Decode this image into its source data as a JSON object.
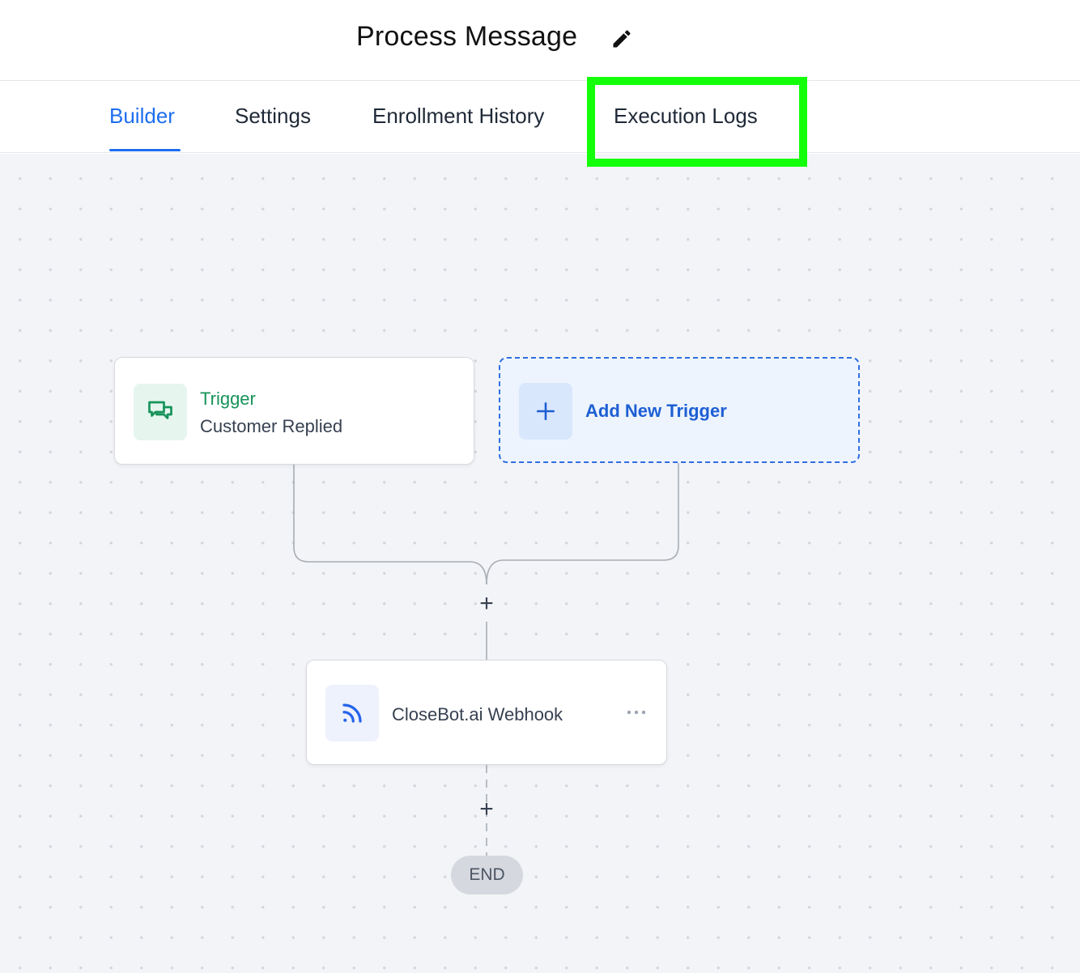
{
  "header": {
    "title": "Process Message",
    "edit_icon": "pencil-icon"
  },
  "tabs": [
    {
      "label": "Builder",
      "active": true
    },
    {
      "label": "Settings",
      "active": false
    },
    {
      "label": "Enrollment History",
      "active": false
    },
    {
      "label": "Execution Logs",
      "active": false
    }
  ],
  "colors": {
    "accent": "#1d6ef0",
    "trigger_green": "#16935a",
    "highlight": "#14ff0a"
  },
  "workflow": {
    "trigger": {
      "title": "Trigger",
      "subtitle": "Customer Replied",
      "icon": "chat-bubbles-icon"
    },
    "add_trigger": {
      "label": "Add New Trigger",
      "icon": "plus-icon"
    },
    "actions": [
      {
        "label": "CloseBot.ai Webhook",
        "icon": "webhook-icon",
        "menu_icon": "more-icon"
      }
    ],
    "add_step_symbol": "+",
    "end_label": "END"
  }
}
